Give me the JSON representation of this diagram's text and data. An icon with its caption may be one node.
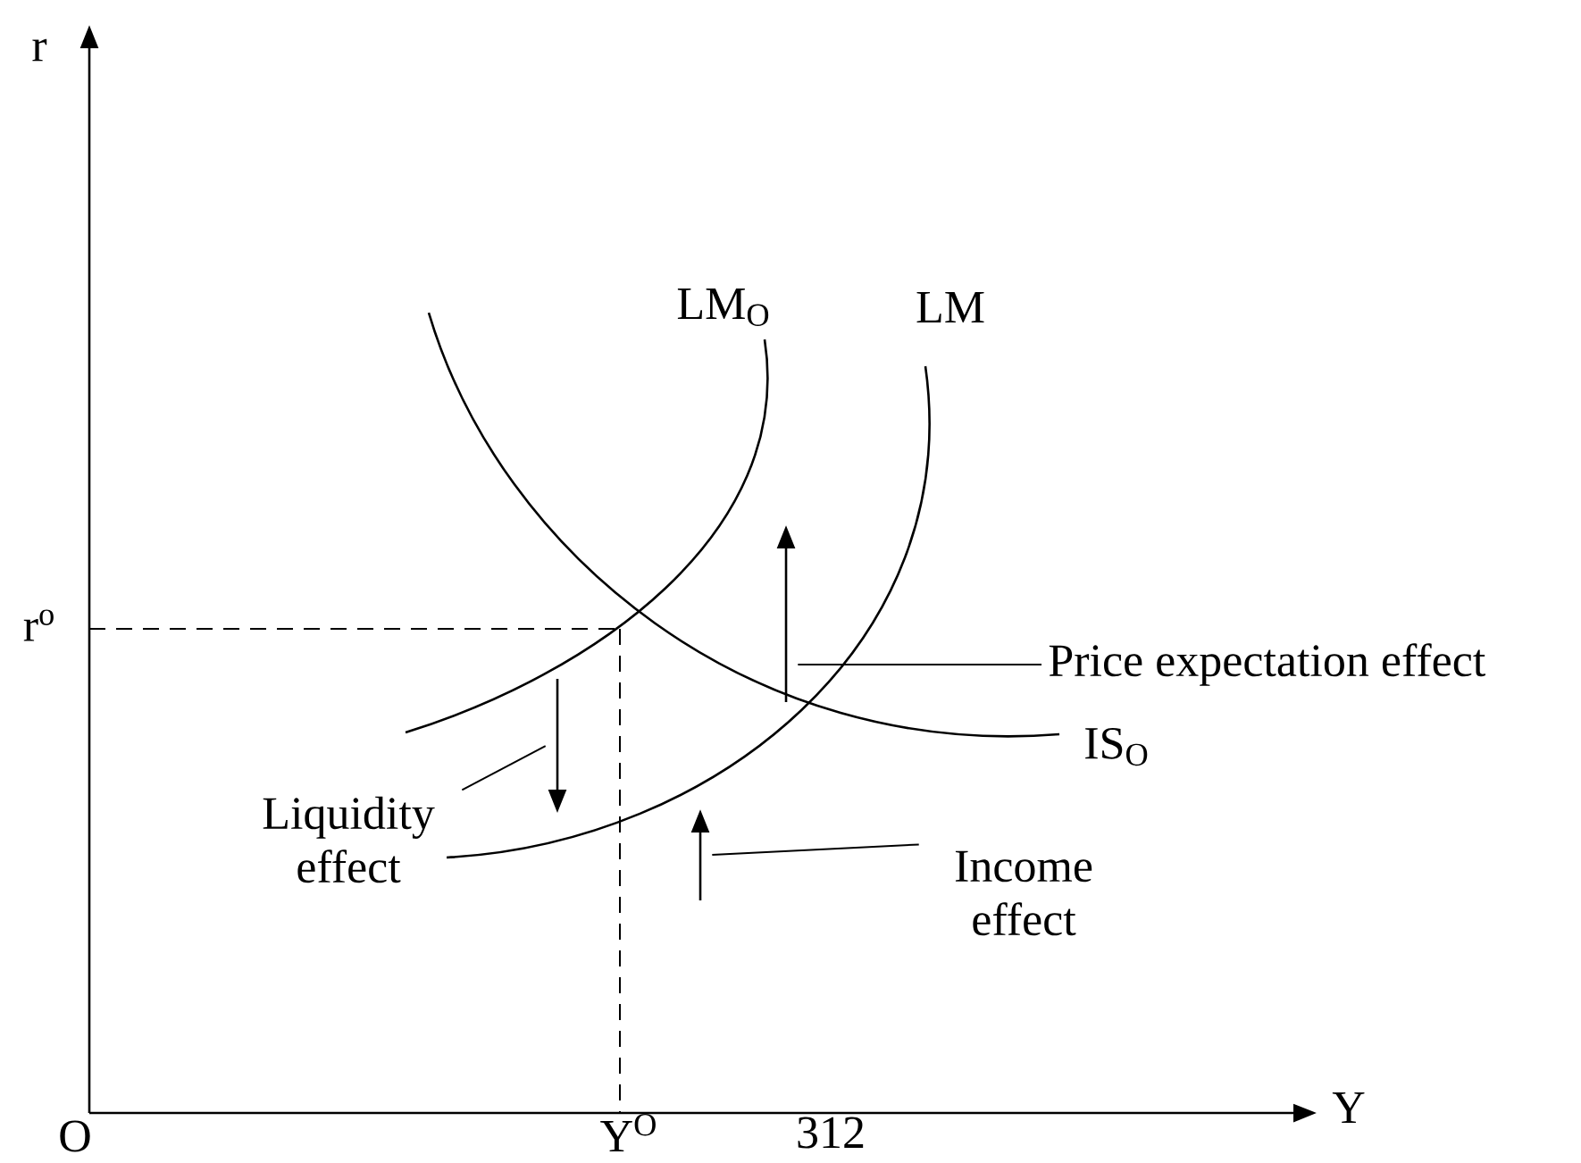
{
  "diagram": {
    "nodes": [
      {
        "text": [
          "Price expectation effect"
        ]
      },
      {
        "text": [],
        "shape": "arrow"
      },
      {
        "text": [
          "Liquidity effect"
        ]
      },
      {
        "text": [],
        "shape": "arrow"
      },
      {
        "text": [
          "Income effect"
        ]
      },
      {
        "text": [],
        "shape": "arrow"
      }
    ],
    "edges": [
      {
        "from": 0,
        "to": 1,
        "arrow": "none"
      },
      {
        "from": 2,
        "to": 3,
        "arrow": "none"
      },
      {
        "from": 4,
        "to": 5,
        "arrow": "none"
      }
    ],
    "labels": [
      "r",
      "LM$_{O}$",
      "LM",
      "r$^{o}$",
      "IS$_{O}$",
      "O",
      "Y$^{O}$",
      "312",
      "Y"
    ]
  }
}
